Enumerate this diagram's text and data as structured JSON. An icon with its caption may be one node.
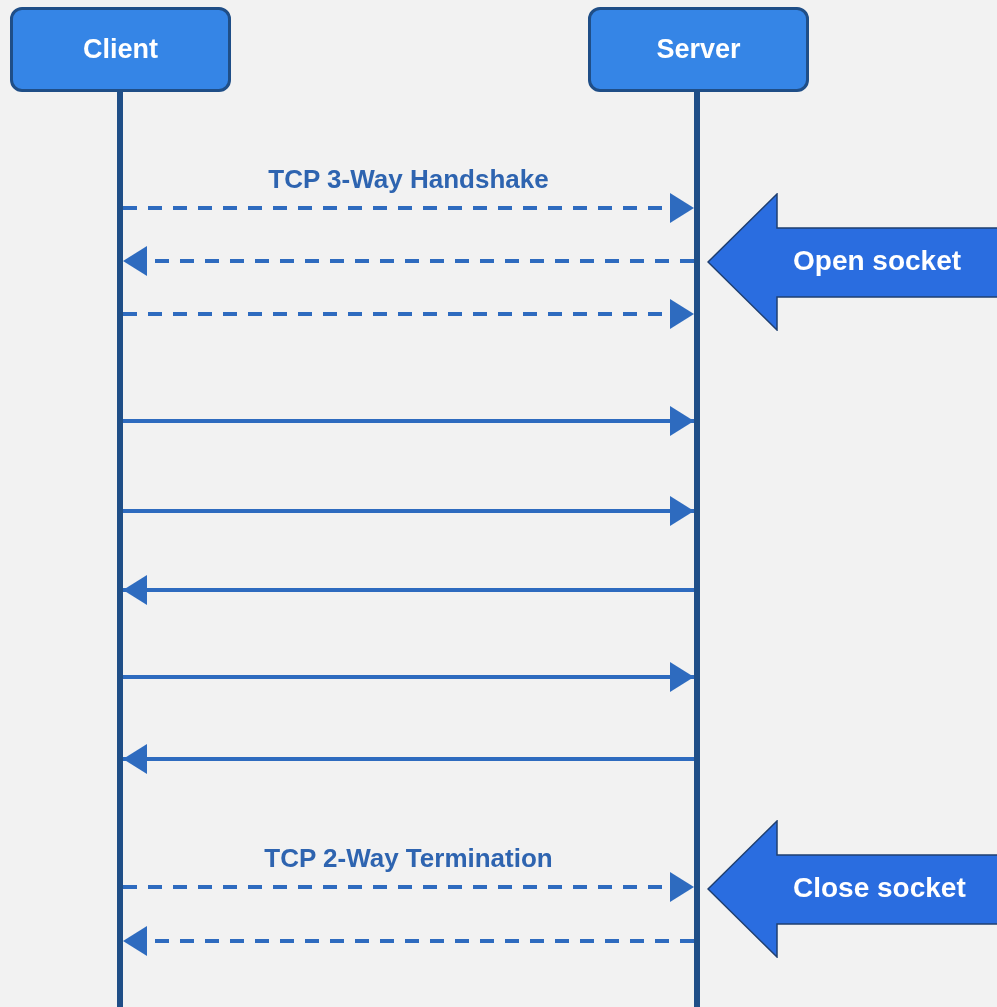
{
  "diagram": {
    "nodes": [
      {
        "text": [
          "Client"
        ]
      },
      {
        "text": [
          "Server"
        ]
      },
      {
        "text": [
          "Open socket"
        ]
      },
      {
        "text": [
          "Close socket"
        ]
      }
    ],
    "edges": [
      {
        "from": 0,
        "to": 1,
        "arrow": "to",
        "style": "dashed",
        "label": "TCP 3-Way Handshake"
      },
      {
        "from": 1,
        "to": 0,
        "arrow": "to",
        "style": "dashed"
      },
      {
        "from": 0,
        "to": 1,
        "arrow": "to",
        "style": "dashed"
      },
      {
        "from": 0,
        "to": 1,
        "arrow": "to"
      },
      {
        "from": 0,
        "to": 1,
        "arrow": "to"
      },
      {
        "from": 1,
        "to": 0,
        "arrow": "to"
      },
      {
        "from": 0,
        "to": 1,
        "arrow": "to"
      },
      {
        "from": 1,
        "to": 0,
        "arrow": "to"
      },
      {
        "from": 0,
        "to": 1,
        "arrow": "to",
        "style": "dashed",
        "label": "TCP 2-Way Termination"
      },
      {
        "from": 1,
        "to": 0,
        "arrow": "to",
        "style": "dashed"
      }
    ]
  }
}
